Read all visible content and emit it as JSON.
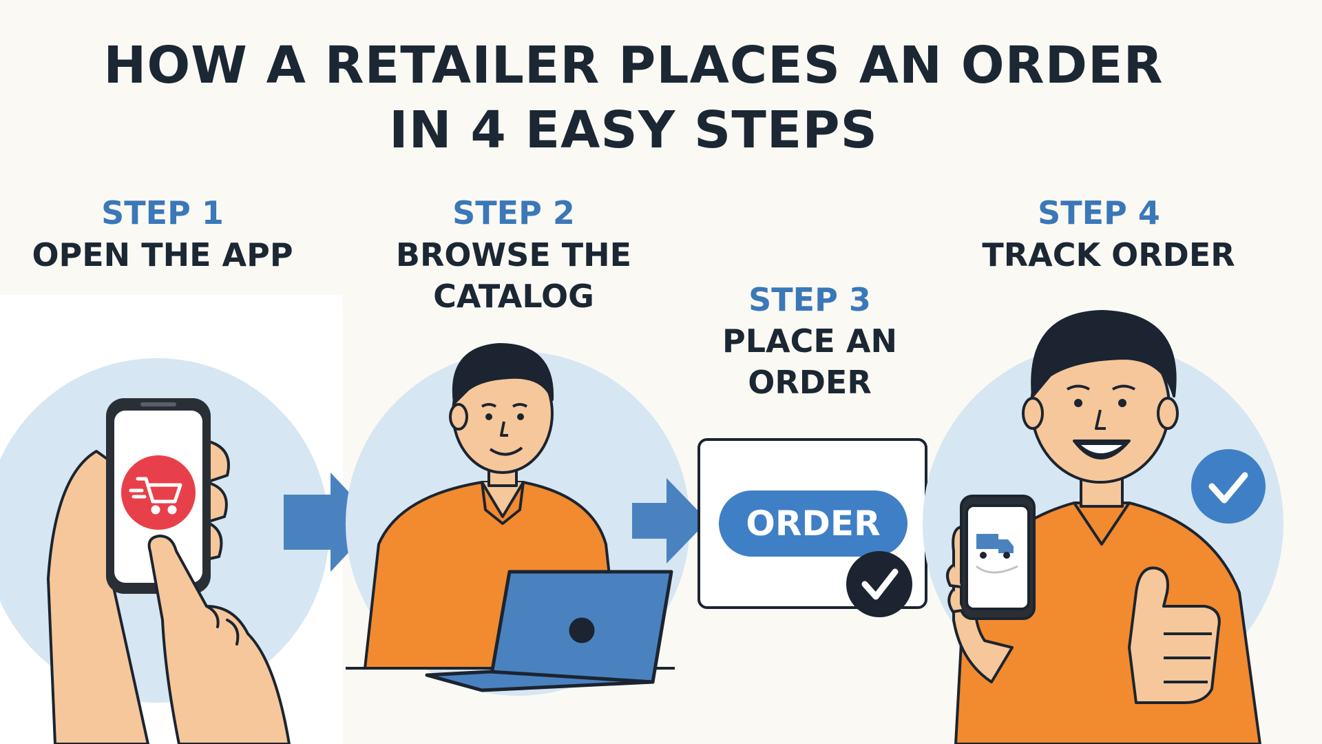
{
  "title": {
    "line1": "HOW A RETAILER PLACES AN ORDER",
    "line2": "IN 4 EASY STEPS"
  },
  "steps": [
    {
      "label": "STEP 1",
      "text_line1": "OPEN THE APP",
      "text_line2": ""
    },
    {
      "label": "STEP 2",
      "text_line1": "BROWSE THE",
      "text_line2": "CATALOG"
    },
    {
      "label": "STEP 3",
      "text_line1": "PLACE AN",
      "text_line2": "ORDER"
    },
    {
      "label": "STEP 4",
      "text_line1": "TRACK ORDER",
      "text_line2": ""
    }
  ],
  "order_button": {
    "label": "ORDER"
  },
  "colors": {
    "background": "#fbf9f4",
    "title": "#1b2733",
    "step_label": "#3a78b8",
    "arrow": "#4a82c0",
    "circle": "#d6e6f2",
    "shirt": "#f28a30",
    "skin": "#f6c79a",
    "hair": "#1b2430",
    "app_icon": "#e8404a"
  },
  "icons": [
    "cart-icon",
    "check-icon",
    "truck-icon",
    "laptop-icon"
  ]
}
